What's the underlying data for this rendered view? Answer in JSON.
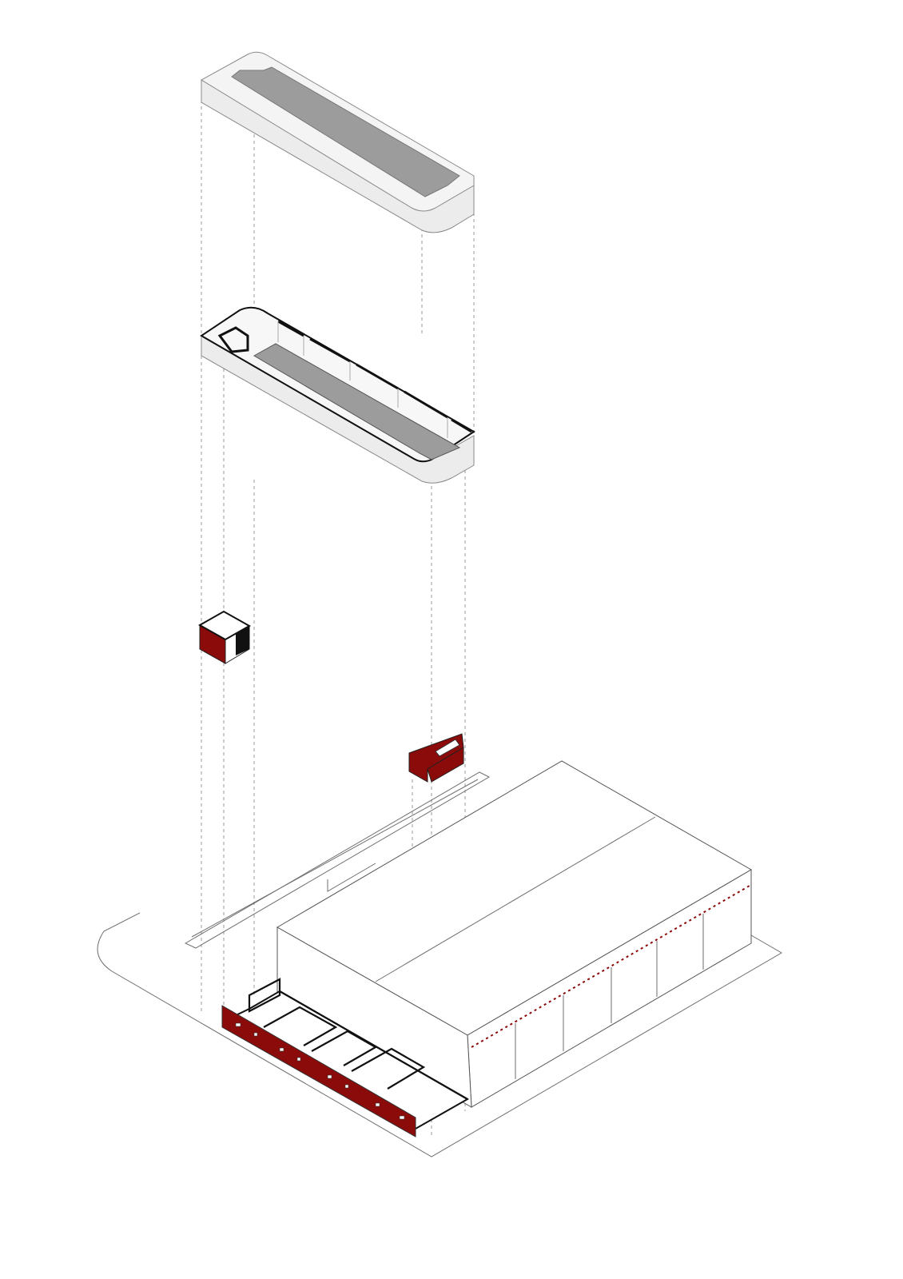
{
  "diagram": {
    "type": "exploded axonometric",
    "layers": [
      "roof-slab",
      "upper-floor-plate",
      "stair-core-block",
      "stair-block",
      "ground-building"
    ],
    "colors": {
      "accent_red": "#8b0a0a",
      "slab_gray": "#9c9c9c",
      "slab_light": "#ececec",
      "line": "#6f6f6f",
      "wall_dark": "#111111"
    }
  }
}
